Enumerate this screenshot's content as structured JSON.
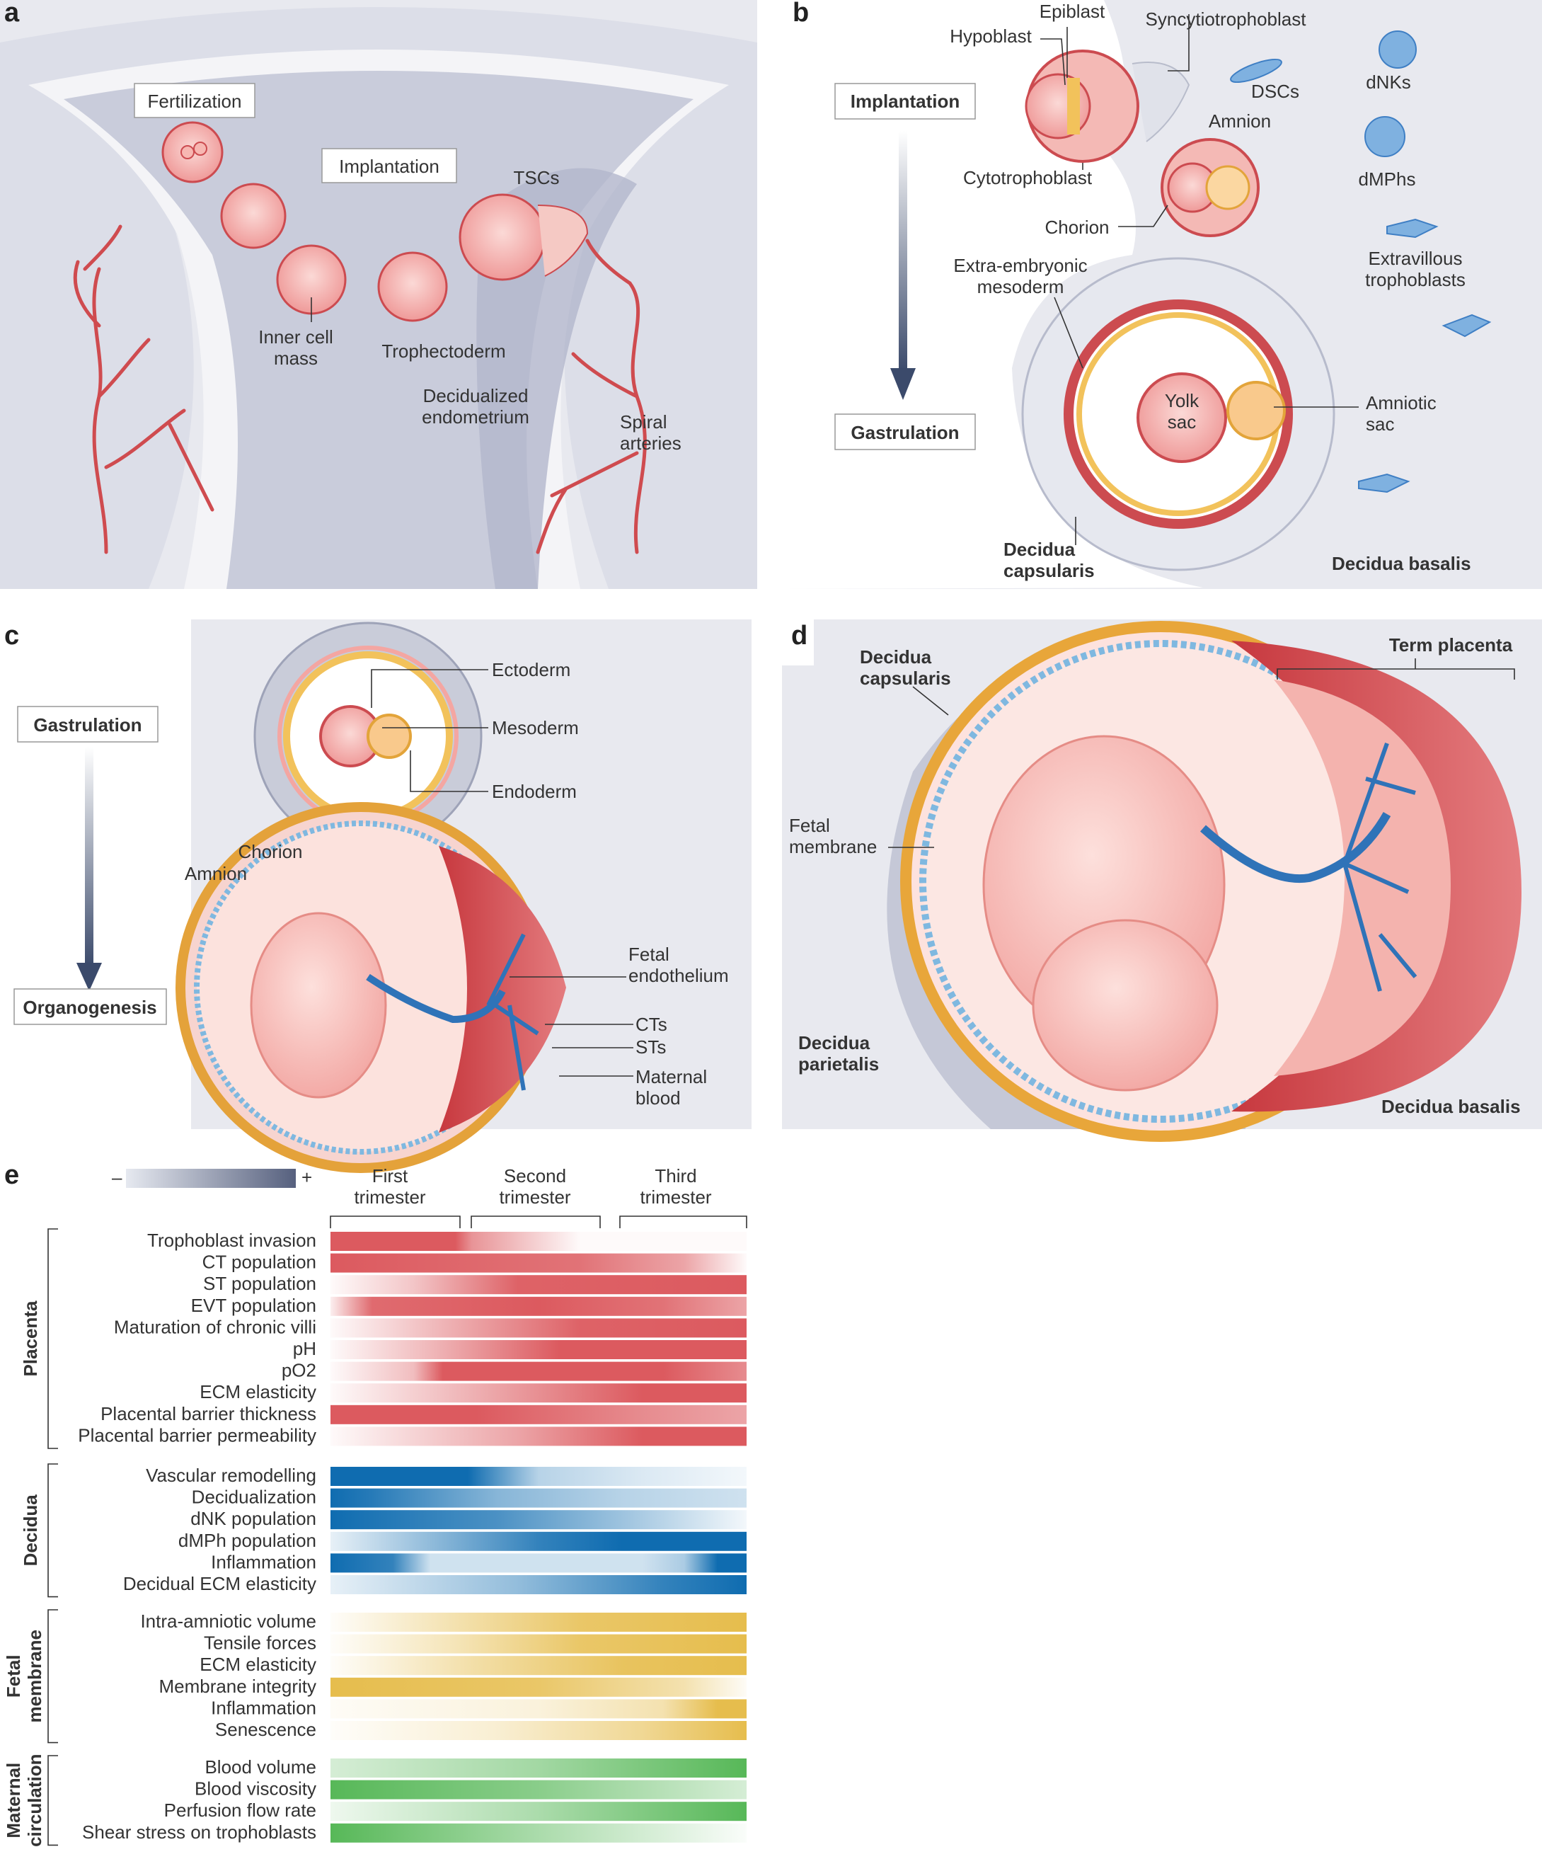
{
  "panel_a": {
    "letter": "a",
    "labels": {
      "fertilization": "Fertilization",
      "implantation": "Implantation",
      "tscs": "TSCs",
      "inner_cell_mass": "Inner cell\nmass",
      "trophectoderm": "Trophectoderm",
      "decidualized_endometrium": "Decidualized\nendometrium",
      "spiral_arteries": "Spiral\narteries"
    }
  },
  "panel_b": {
    "letter": "b",
    "labels": {
      "epiblast": "Epiblast",
      "hypoblast": "Hypoblast",
      "syncytiotrophoblast": "Syncytiotrophoblast",
      "dscs": "DSCs",
      "dnks": "dNKs",
      "implantation": "Implantation",
      "amnion": "Amnion",
      "cytotrophoblast": "Cytotrophoblast",
      "dmphs": "dMPhs",
      "chorion": "Chorion",
      "extravillous": "Extravillous\ntrophoblasts",
      "extraembryonic_mesoderm": "Extra-embryonic\nmesoderm",
      "yolk_sac": "Yolk\nsac",
      "amniotic_sac": "Amniotic\nsac",
      "gastrulation": "Gastrulation",
      "decidua_capsularis": "Decidua\ncapsularis",
      "decidua_basalis": "Decidua basalis"
    }
  },
  "panel_c": {
    "letter": "c",
    "labels": {
      "ectoderm": "Ectoderm",
      "gastrulation": "Gastrulation",
      "mesoderm": "Mesoderm",
      "endoderm": "Endoderm",
      "chorion": "Chorion",
      "amnion": "Amnion",
      "fetal_endothelium": "Fetal\nendothelium",
      "organogenesis": "Organogenesis",
      "cts": "CTs",
      "sts": "STs",
      "maternal_blood": "Maternal\nblood"
    }
  },
  "panel_d": {
    "letter": "d",
    "labels": {
      "decidua_capsularis": "Decidua\ncapsularis",
      "term_placenta": "Term placenta",
      "fetal_membrane": "Fetal\nmembrane",
      "decidua_parietalis": "Decidua\nparietalis",
      "decidua_basalis": "Decidua basalis"
    }
  },
  "panel_e": {
    "letter": "e",
    "scale_minus": "–",
    "scale_plus": "+",
    "trimesters": [
      "First\ntrimester",
      "Second\ntrimester",
      "Third\ntrimester"
    ],
    "colors": {
      "placenta": "#dc5a5f",
      "decidua": "#0f6cb0",
      "fetal_membrane": "#e6bd4d",
      "maternal_circulation": "#57b858"
    },
    "groups": [
      {
        "name": "Placenta",
        "key": "placenta",
        "rows": [
          {
            "label": "Trophoblast invasion",
            "profile": [
              [
                0,
                1
              ],
              [
                0.3,
                1
              ],
              [
                0.34,
                0.65
              ],
              [
                0.6,
                0
              ],
              [
                1,
                0
              ]
            ]
          },
          {
            "label": "CT population",
            "profile": [
              [
                0,
                1
              ],
              [
                0.6,
                0.85
              ],
              [
                0.85,
                0.55
              ],
              [
                1,
                0
              ]
            ]
          },
          {
            "label": "ST population",
            "profile": [
              [
                0,
                0
              ],
              [
                0.2,
                0.35
              ],
              [
                0.45,
                0.95
              ],
              [
                1,
                1
              ]
            ]
          },
          {
            "label": "EVT population",
            "profile": [
              [
                0,
                0.1
              ],
              [
                0.1,
                0.9
              ],
              [
                0.5,
                1
              ],
              [
                0.8,
                0.85
              ],
              [
                1,
                0.55
              ]
            ]
          },
          {
            "label": "Maturation of chronic villi",
            "profile": [
              [
                0,
                0
              ],
              [
                0.3,
                0.5
              ],
              [
                0.6,
                0.95
              ],
              [
                1,
                1
              ]
            ]
          },
          {
            "label": "pH",
            "profile": [
              [
                0,
                0
              ],
              [
                0.25,
                0.45
              ],
              [
                0.55,
                1
              ],
              [
                1,
                1
              ]
            ]
          },
          {
            "label": "pO2",
            "profile": [
              [
                0,
                0
              ],
              [
                0.2,
                0.4
              ],
              [
                0.27,
                1
              ],
              [
                0.8,
                1
              ],
              [
                1,
                0.7
              ]
            ]
          },
          {
            "label": "ECM elasticity",
            "profile": [
              [
                0,
                0
              ],
              [
                0.4,
                0.55
              ],
              [
                0.75,
                1
              ],
              [
                1,
                1
              ]
            ]
          },
          {
            "label": "Placental barrier thickness",
            "profile": [
              [
                0,
                1
              ],
              [
                0.35,
                1
              ],
              [
                0.75,
                0.7
              ],
              [
                1,
                0.55
              ]
            ]
          },
          {
            "label": "Placental barrier permeability",
            "profile": [
              [
                0,
                0
              ],
              [
                0.45,
                0.55
              ],
              [
                0.75,
                1
              ],
              [
                1,
                1
              ]
            ]
          }
        ]
      },
      {
        "name": "Decidua",
        "key": "decidua",
        "rows": [
          {
            "label": "Vascular remodelling",
            "profile": [
              [
                0,
                1
              ],
              [
                0.33,
                1
              ],
              [
                0.5,
                0.3
              ],
              [
                0.75,
                0.15
              ],
              [
                1,
                0.05
              ]
            ]
          },
          {
            "label": "Decidualization",
            "profile": [
              [
                0,
                1
              ],
              [
                0.1,
                0.9
              ],
              [
                0.4,
                0.5
              ],
              [
                0.7,
                0.3
              ],
              [
                1,
                0.2
              ]
            ]
          },
          {
            "label": "dNK population",
            "profile": [
              [
                0,
                1
              ],
              [
                0.4,
                0.75
              ],
              [
                0.75,
                0.35
              ],
              [
                1,
                0.05
              ]
            ]
          },
          {
            "label": "dMPh population",
            "profile": [
              [
                0,
                0.1
              ],
              [
                0.3,
                0.55
              ],
              [
                0.5,
                0.85
              ],
              [
                0.7,
                1
              ],
              [
                1,
                1
              ]
            ]
          },
          {
            "label": "Inflammation",
            "profile": [
              [
                0,
                1
              ],
              [
                0.15,
                0.85
              ],
              [
                0.24,
                0.2
              ],
              [
                0.75,
                0.2
              ],
              [
                0.85,
                0.35
              ],
              [
                0.93,
                1
              ],
              [
                1,
                1
              ]
            ]
          },
          {
            "label": "Decidual ECM elasticity",
            "profile": [
              [
                0,
                0.1
              ],
              [
                0.45,
                0.45
              ],
              [
                0.8,
                0.85
              ],
              [
                1,
                1
              ]
            ]
          }
        ]
      },
      {
        "name": "Fetal\nmembrane",
        "key": "fetal_membrane",
        "rows": [
          {
            "label": "Intra-amniotic volume",
            "profile": [
              [
                0,
                0
              ],
              [
                0.3,
                0.45
              ],
              [
                0.6,
                0.85
              ],
              [
                1,
                1
              ]
            ]
          },
          {
            "label": "Tensile forces",
            "profile": [
              [
                0,
                0
              ],
              [
                0.3,
                0.4
              ],
              [
                0.6,
                0.85
              ],
              [
                1,
                1
              ]
            ]
          },
          {
            "label": "ECM elasticity",
            "profile": [
              [
                0,
                0
              ],
              [
                0.35,
                0.5
              ],
              [
                0.7,
                0.9
              ],
              [
                1,
                1
              ]
            ]
          },
          {
            "label": "Membrane integrity",
            "profile": [
              [
                0,
                1
              ],
              [
                0.5,
                0.85
              ],
              [
                0.85,
                0.45
              ],
              [
                1,
                0.05
              ]
            ]
          },
          {
            "label": "Inflammation",
            "profile": [
              [
                0,
                0.05
              ],
              [
                0.5,
                0.2
              ],
              [
                0.8,
                0.45
              ],
              [
                0.93,
                1
              ],
              [
                1,
                1
              ]
            ]
          },
          {
            "label": "Senescence",
            "profile": [
              [
                0,
                0
              ],
              [
                0.4,
                0.25
              ],
              [
                0.75,
                0.6
              ],
              [
                1,
                1
              ]
            ]
          }
        ]
      },
      {
        "name": "Maternal\ncirculation",
        "key": "maternal_circulation",
        "rows": [
          {
            "label": "Blood volume",
            "profile": [
              [
                0,
                0.25
              ],
              [
                0.5,
                0.55
              ],
              [
                1,
                1
              ]
            ]
          },
          {
            "label": "Blood viscosity",
            "profile": [
              [
                0,
                1
              ],
              [
                0.5,
                0.7
              ],
              [
                1,
                0.25
              ]
            ]
          },
          {
            "label": "Perfusion flow rate",
            "profile": [
              [
                0,
                0.1
              ],
              [
                0.5,
                0.5
              ],
              [
                1,
                1
              ]
            ]
          },
          {
            "label": "Shear stress on trophoblasts",
            "profile": [
              [
                0,
                1
              ],
              [
                0.45,
                0.55
              ],
              [
                1,
                0
              ]
            ]
          }
        ]
      }
    ]
  }
}
